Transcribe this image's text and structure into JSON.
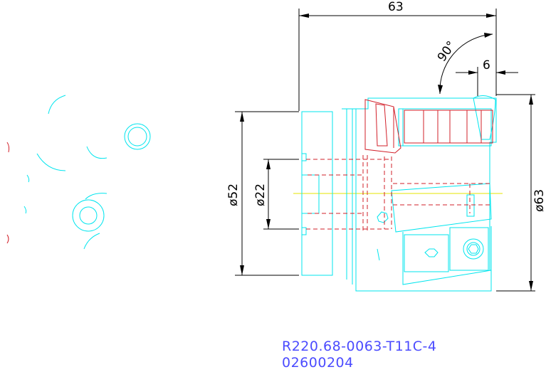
{
  "dimensions": {
    "top_width": "63",
    "angle": "90°",
    "offset": "6",
    "left_outer_dia": "ø52",
    "left_inner_dia": "ø22",
    "right_dia": "ø63"
  },
  "title_block": {
    "part_number": "R220.68-0063-T11C-4",
    "item_code": "02600204"
  },
  "colors": {
    "outline": "#00e5ee",
    "insert": "#d2202a",
    "centerline": "#e6e600",
    "dimension": "#000000",
    "text": "#4b4bff"
  }
}
